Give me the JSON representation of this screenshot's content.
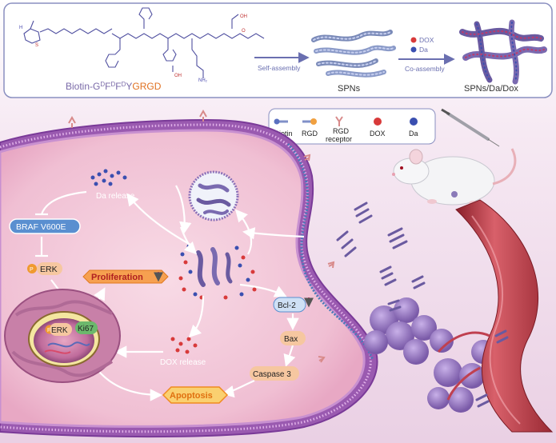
{
  "top": {
    "peptide_prefix": "Biotin-G",
    "peptide_sup1": "D",
    "peptide_f1": "F",
    "peptide_sup2": "D",
    "peptide_f2": "F",
    "peptide_sup3": "D",
    "peptide_y": "Y",
    "peptide_rgd": "GRGD",
    "self_assembly": "Self-assembly",
    "spns": "SPNs",
    "dox_legend": "DOX",
    "da_legend": "Da",
    "co_assembly": "Co-assembly",
    "spns_da_dox": "SPNs/Da/Dox"
  },
  "legend": {
    "biotin": "Biotin",
    "rgd": "RGD",
    "rgd_receptor_1": "RGD",
    "rgd_receptor_2": "receptor",
    "dox": "DOX",
    "da": "Da"
  },
  "cell": {
    "da_release": "Da release",
    "braf": "BRAF V600E",
    "erk_p": "P",
    "erk": "ERK",
    "proliferation": "Proliferation",
    "nuc_erk_p": "P",
    "nuc_erk": "ERK",
    "ki67": "Ki67",
    "dox_release": "DOX release",
    "bcl2": "Bcl-2",
    "bax": "Bax",
    "caspase3": "Caspase 3",
    "apoptosis": "Apoptosis"
  },
  "colors": {
    "frame_border": "#8a8fc0",
    "arrow_purple": "#6a6fb0",
    "membrane_purple": "#8a5aa8",
    "cytoplasm": "#f2c9d8",
    "braf_fill": "#5a8fd0",
    "erk_fill": "#f6c7a0",
    "ki67_fill": "#6cb86c",
    "bcl2_fill": "#cfe0f5",
    "apoptosis_orange": "#f08a20",
    "dox_red": "#d83a3a",
    "da_blue": "#3a4fb0",
    "down_arrow": "#e0305a"
  }
}
